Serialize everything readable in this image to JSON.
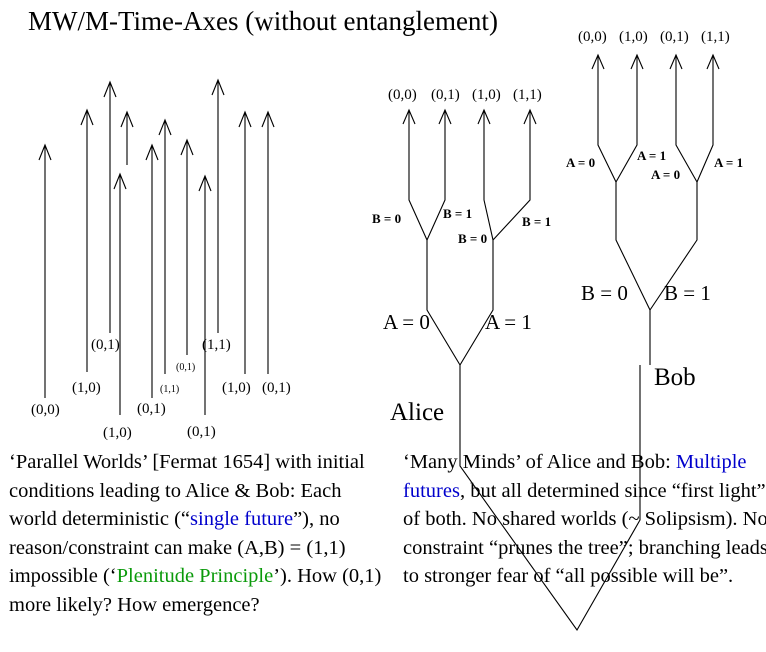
{
  "title": "MW/M-Time-Axes (without entanglement)",
  "parallel_worlds": {
    "labels": [
      "(0,0)",
      "(1,0)",
      "(0,1)",
      "(1,0)",
      "(0,1)",
      "(0,1)",
      "(1,1)",
      "(0,1)",
      "(1,1)",
      "(1,0)",
      "(0,1)"
    ]
  },
  "alice_tree": {
    "observer": "Alice",
    "branch_a0": "A = 0",
    "branch_a1": "A = 1",
    "b0_left": "B = 0",
    "b1_left": "B = 1",
    "b0_right": "B = 0",
    "b1_right": "B = 1",
    "outcomes": [
      "(0,0)",
      "(0,1)",
      "(1,0)",
      "(1,1)"
    ]
  },
  "bob_tree": {
    "observer": "Bob",
    "branch_b0": "B = 0",
    "branch_b1": "B = 1",
    "a0_left": "A = 0",
    "a1_left": "A = 1",
    "a0_right": "A = 0",
    "a1_right": "A = 1",
    "outcomes": [
      "(0,0)",
      "(1,0)",
      "(0,1)",
      "(1,1)"
    ]
  },
  "left_paragraph": {
    "t1": "‘Parallel Worlds’ [Fermat 1654] with initial conditions leading to Alice & Bob: Each world deterministic (“",
    "blue": "single future",
    "t2": "”), no reason/constraint can make (A,B) = (1,1) impossible (‘",
    "green": "Plenitude Principle",
    "t3": "’). How (0,1) more likely? How emergence?"
  },
  "right_paragraph": {
    "t1": "‘Many Minds’ of Alice and Bob: ",
    "blue": "Multiple futures",
    "t2": ", but all determined since “first light” of both. No shared worlds (~ Solipsism). No constraint “prunes the tree”; branching leads to stronger fear of “all possible will be”."
  },
  "colors": {
    "blue": "#0000cc",
    "green": "#0a9a0a",
    "ink": "#000000"
  }
}
